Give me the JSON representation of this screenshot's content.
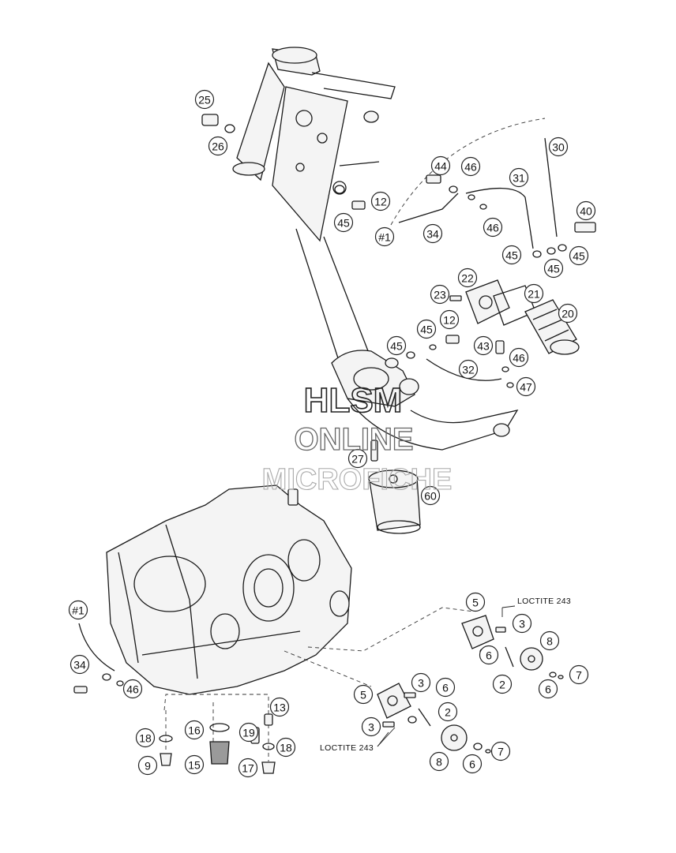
{
  "callouts": [
    {
      "id": "c25",
      "label": "25"
    },
    {
      "id": "c26",
      "label": "26"
    },
    {
      "id": "c12a",
      "label": "12"
    },
    {
      "id": "c45a",
      "label": "45"
    },
    {
      "id": "c44",
      "label": "44"
    },
    {
      "id": "c46a",
      "label": "46"
    },
    {
      "id": "c31",
      "label": "31"
    },
    {
      "id": "c30",
      "label": "30"
    },
    {
      "id": "c40",
      "label": "40"
    },
    {
      "id": "c1a",
      "label": "#1"
    },
    {
      "id": "c34a",
      "label": "34"
    },
    {
      "id": "c46b",
      "label": "46"
    },
    {
      "id": "c45b",
      "label": "45"
    },
    {
      "id": "c45c",
      "label": "45"
    },
    {
      "id": "c45d",
      "label": "45"
    },
    {
      "id": "c22",
      "label": "22"
    },
    {
      "id": "c23",
      "label": "23"
    },
    {
      "id": "c21",
      "label": "21"
    },
    {
      "id": "c20",
      "label": "20"
    },
    {
      "id": "c45e",
      "label": "45"
    },
    {
      "id": "c12b",
      "label": "12"
    },
    {
      "id": "c45f",
      "label": "45"
    },
    {
      "id": "c43",
      "label": "43"
    },
    {
      "id": "c46c",
      "label": "46"
    },
    {
      "id": "c32",
      "label": "32"
    },
    {
      "id": "c47",
      "label": "47"
    },
    {
      "id": "c27",
      "label": "27"
    },
    {
      "id": "c60",
      "label": "60"
    },
    {
      "id": "c1b",
      "label": "#1"
    },
    {
      "id": "c34b",
      "label": "34"
    },
    {
      "id": "c46d",
      "label": "46"
    },
    {
      "id": "c5a",
      "label": "5"
    },
    {
      "id": "c3a",
      "label": "3"
    },
    {
      "id": "c8a",
      "label": "8"
    },
    {
      "id": "c6a",
      "label": "6"
    },
    {
      "id": "c2a",
      "label": "2"
    },
    {
      "id": "c7a",
      "label": "7"
    },
    {
      "id": "c6b",
      "label": "6"
    },
    {
      "id": "c5b",
      "label": "5"
    },
    {
      "id": "c3b",
      "label": "3"
    },
    {
      "id": "c6c",
      "label": "6"
    },
    {
      "id": "c2b",
      "label": "2"
    },
    {
      "id": "c3c",
      "label": "3"
    },
    {
      "id": "c8b",
      "label": "8"
    },
    {
      "id": "c7b",
      "label": "7"
    },
    {
      "id": "c6d",
      "label": "6"
    },
    {
      "id": "c13",
      "label": "13"
    },
    {
      "id": "c16",
      "label": "16"
    },
    {
      "id": "c19",
      "label": "19"
    },
    {
      "id": "c18a",
      "label": "18"
    },
    {
      "id": "c18b",
      "label": "18"
    },
    {
      "id": "c9",
      "label": "9"
    },
    {
      "id": "c15",
      "label": "15"
    },
    {
      "id": "c17",
      "label": "17"
    }
  ],
  "notes": {
    "loctite_top": "LOCTITE 243",
    "loctite_bottom": "LOCTITE 243"
  },
  "watermark": {
    "line1": "HLSM",
    "line2": "ONLINE",
    "line3": "MICROFICHE"
  }
}
